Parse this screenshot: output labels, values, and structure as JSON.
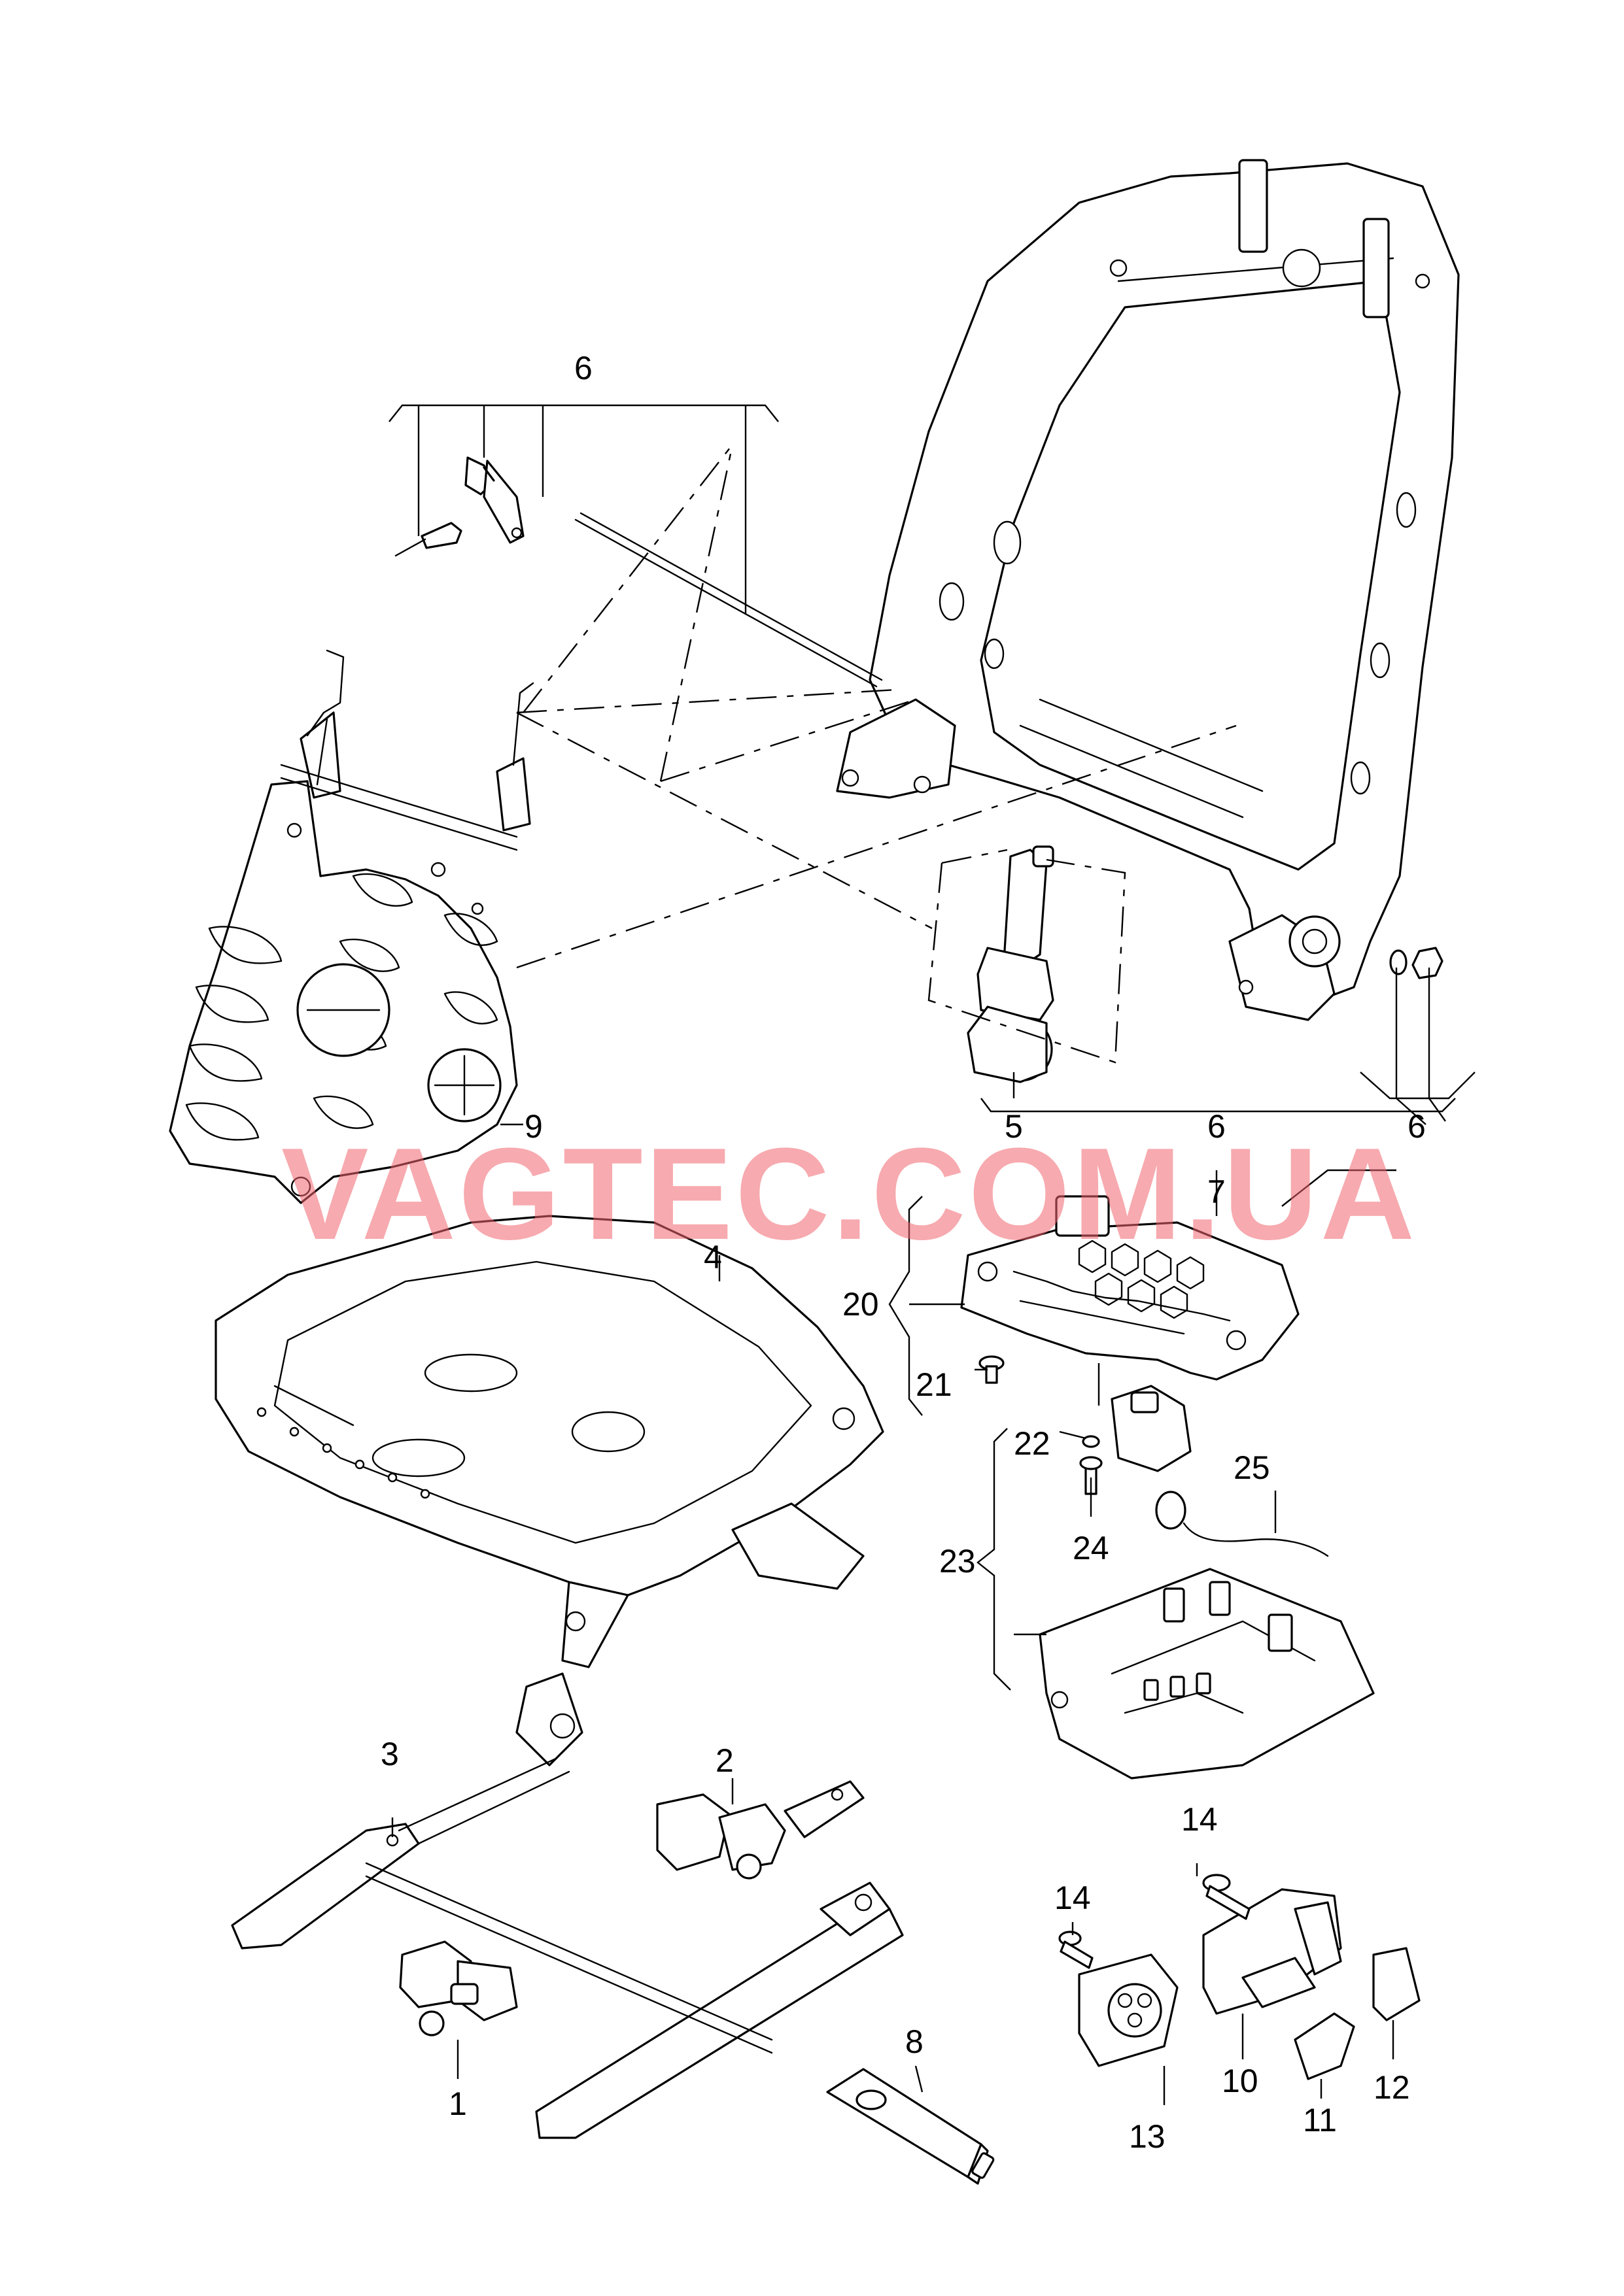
{
  "watermark": "VAGTEC.COM.UA",
  "colors": {
    "linework": "#000000",
    "background": "#ffffff",
    "watermark": "#f0656e"
  },
  "callouts": {
    "c1": "1",
    "c2": "2",
    "c3": "3",
    "c4": "4",
    "c5": "5",
    "c6a": "6",
    "c6b": "6",
    "c6c": "6",
    "c7": "7",
    "c8": "8",
    "c9": "9",
    "c10": "10",
    "c11": "11",
    "c12": "12",
    "c13": "13",
    "c14a": "14",
    "c14b": "14",
    "c20": "20",
    "c21": "21",
    "c22": "22",
    "c23": "23",
    "c24": "24",
    "c25": "25"
  }
}
